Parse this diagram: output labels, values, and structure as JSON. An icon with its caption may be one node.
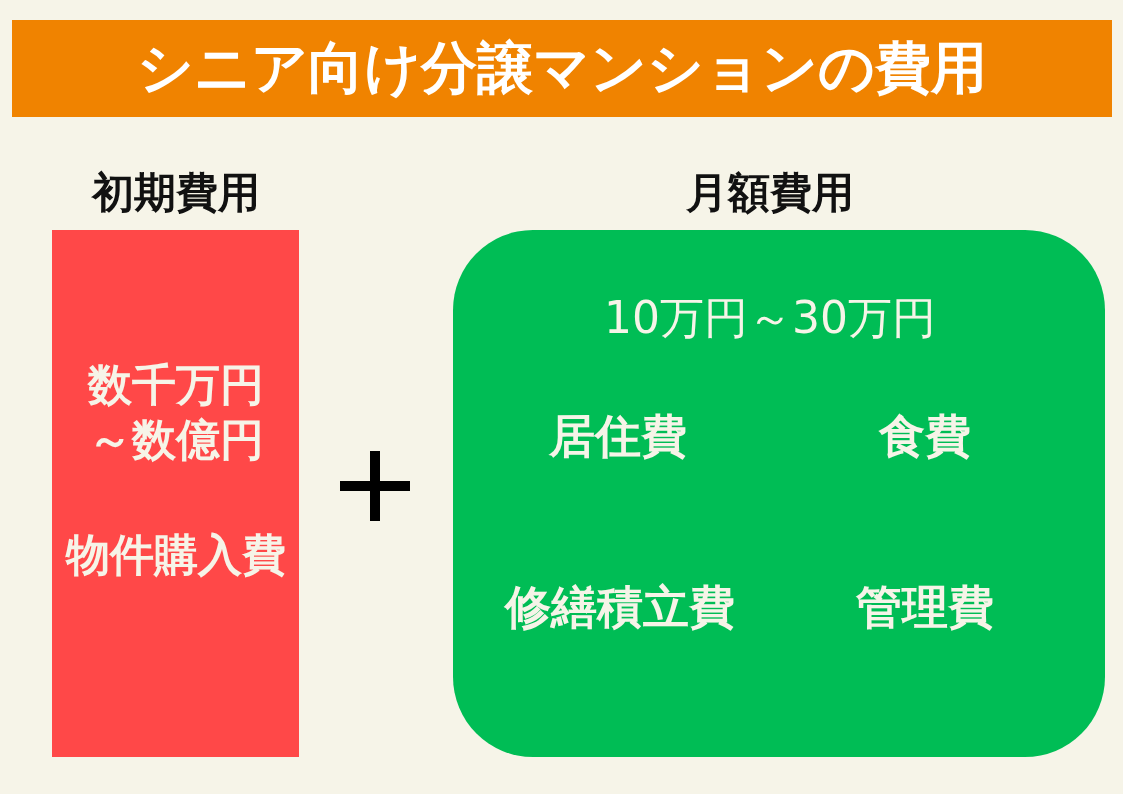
{
  "diagram": {
    "title": "シニア向け分譲マンションの費用",
    "nodes": [
      {
        "text": [
          "初期費用",
          "数千万円～数億円",
          "物件購入費"
        ]
      },
      {
        "text": [
          "月額費用",
          "10万円～30万円",
          "居住費",
          "食費",
          "修繕積立費",
          "管理費"
        ]
      }
    ]
  }
}
